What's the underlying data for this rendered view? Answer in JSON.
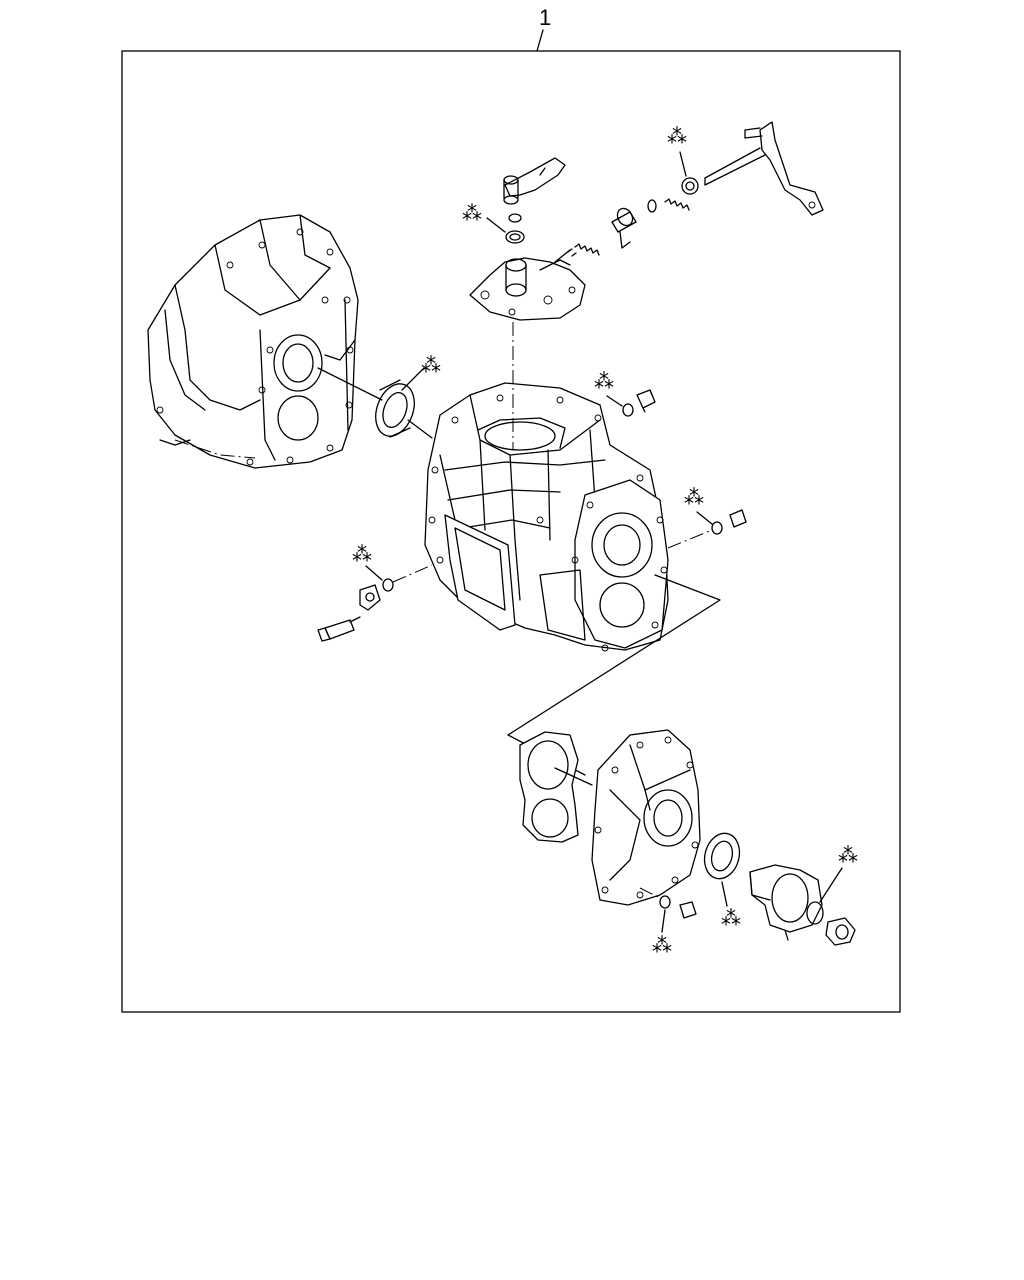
{
  "callout": {
    "number": "1"
  },
  "marker": {
    "symbol": "⁂"
  },
  "stars": [
    {
      "id": "star-shift-seal",
      "symbol": "⁂"
    },
    {
      "id": "star-lever-seal",
      "symbol": "⁂"
    },
    {
      "id": "star-input-seal",
      "symbol": "⁂"
    },
    {
      "id": "star-top-plug-washer",
      "symbol": "⁂"
    },
    {
      "id": "star-right-plug-washer",
      "symbol": "⁂"
    },
    {
      "id": "star-left-plug-washer",
      "symbol": "⁂"
    },
    {
      "id": "star-flange-oring",
      "symbol": "⁂"
    },
    {
      "id": "star-rear-seal",
      "symbol": "⁂"
    },
    {
      "id": "star-rear-plug-washer",
      "symbol": "⁂"
    }
  ]
}
